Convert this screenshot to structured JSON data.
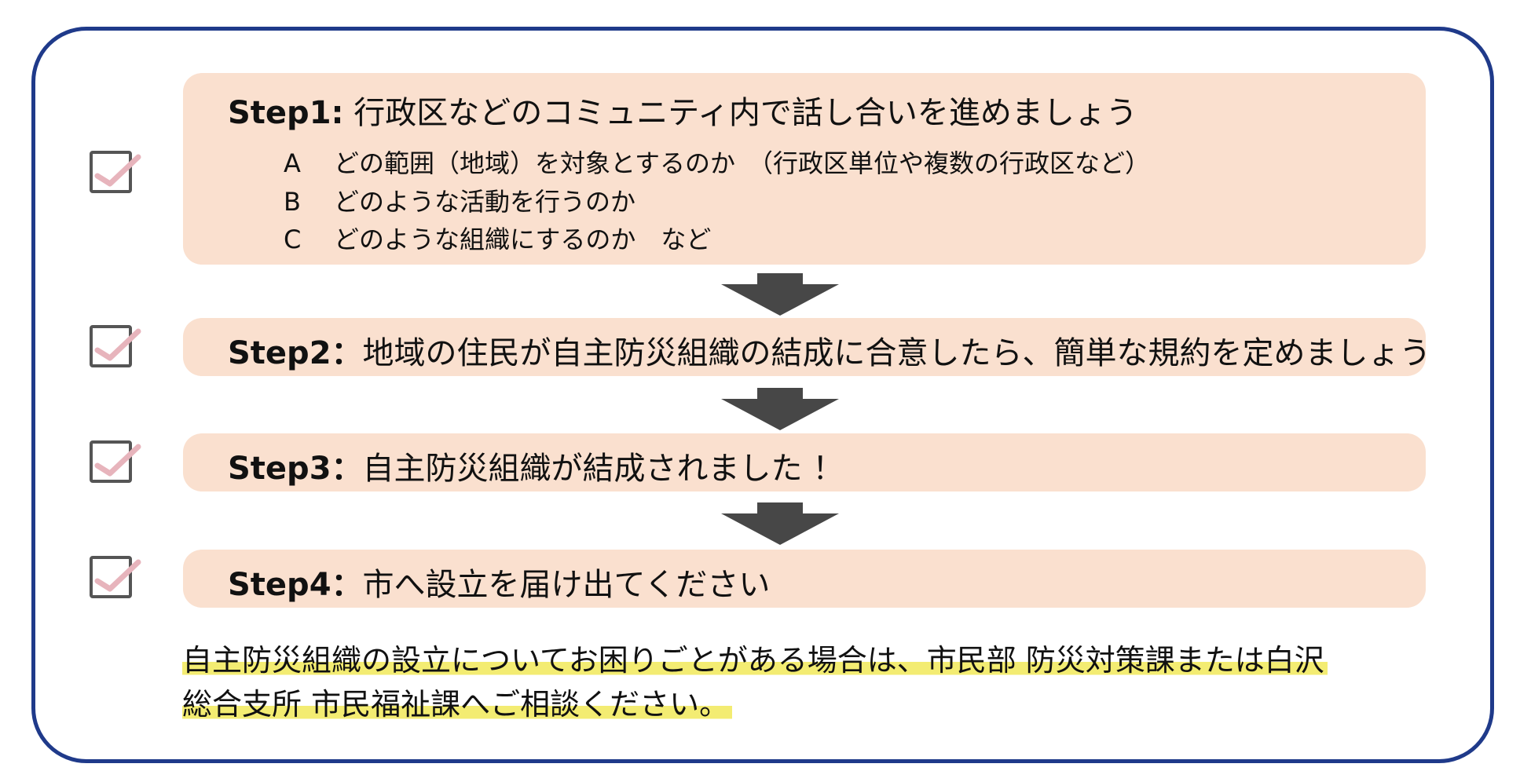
{
  "step1": {
    "label": "Step1:",
    "text": "行政区などのコミュニティ内で話し合いを進めましょう",
    "items": [
      {
        "letter": "A",
        "text": "どの範囲（地域）を対象とするのか　（行政区単位や複数の行政区など）"
      },
      {
        "letter": "B",
        "text": "どのような活動を行うのか"
      },
      {
        "letter": "C",
        "text": "どのような組織にするのか　など"
      }
    ]
  },
  "step2": {
    "label": "Step2：",
    "text": "地域の住民が自主防災組織の結成に合意したら、簡単な規約を定めましょう"
  },
  "step3": {
    "label": "Step3：",
    "text": "自主防災組織が結成されました ！"
  },
  "step4": {
    "label": "Step4：",
    "text": "市へ設立を届け出てください"
  },
  "note": {
    "line1": "自主防災組織の設立についてお困りごとがある場合は、市民部 防災対策課または白沢",
    "line2": "総合支所 市民福祉課へご相談ください。"
  },
  "colors": {
    "frame": "#1f3a8a",
    "step_background": "#fae0cf",
    "arrow": "#474747",
    "check_mark": "#e7b4bc",
    "highlight": "#f3ec72"
  }
}
